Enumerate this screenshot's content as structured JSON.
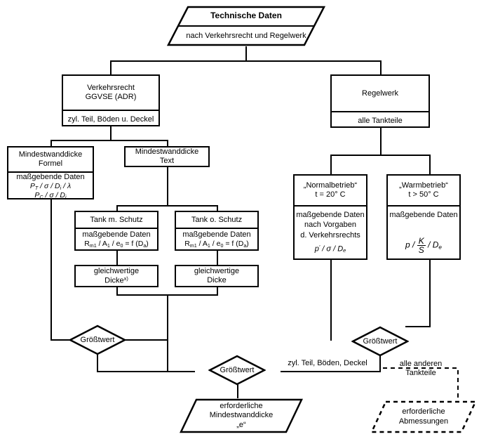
{
  "diagram": {
    "title": "Technische Daten",
    "subtitle": "nach Verkehrsrecht und Regelwerk",
    "branch_left": {
      "head_line1": "Verkehrsrecht",
      "head_line2": "GGVSE (ADR)",
      "scope": "zyl. Teil, Böden u. Deckel"
    },
    "branch_right": {
      "head": "Regelwerk",
      "scope": "alle Tankteile"
    },
    "formel_box": {
      "head_line1": "Mindestwanddicke",
      "head_line2": "Formel",
      "data_label": "maßgebende Daten",
      "formula1_p": "P",
      "formula1_psub": "T",
      "formula1_rest": " / σ / D",
      "formula1_dsub": "i",
      "formula1_tail": " / λ",
      "formula2_p": "P",
      "formula2_psub": "C",
      "formula2_rest": " / σ / D",
      "formula2_dsub": "i"
    },
    "text_box": {
      "head_line1": "Mindestwanddicke",
      "head_line2": "Text"
    },
    "tank_mit": {
      "head": "Tank m. Schutz",
      "data_label": "maßgebende Daten",
      "formula_r": "R",
      "formula_rsub": "m1",
      "formula_rest": " / A",
      "formula_asub": "1",
      "formula_mid": " / e",
      "formula_esub": "0",
      "formula_eq": " = f (D",
      "formula_dsub": "a",
      "formula_end": ")"
    },
    "tank_ohne": {
      "head": "Tank o. Schutz",
      "data_label": "maßgebende Daten",
      "formula_r": "R",
      "formula_rsub": "m1",
      "formula_rest": " / A",
      "formula_asub": "1",
      "formula_mid": " / e",
      "formula_esub": "0",
      "formula_eq": " = f (D",
      "formula_dsub": "a",
      "formula_end": ")"
    },
    "gleichwertig_left": {
      "line1": "gleichwertige",
      "line2": "Dicke",
      "footnote": "x)"
    },
    "gleichwertig_right": {
      "line1": "gleichwertige",
      "line2": "Dicke"
    },
    "normalbetrieb": {
      "head_line1": "„Normalbetrieb“",
      "head_line2": "t = 20° C",
      "data_line1": "maßgebende Daten",
      "data_line2": "nach Vorgaben",
      "data_line3": "d. Verkehrsrechts",
      "formula_p": "p",
      "formula_prime": "′",
      "formula_rest": " / σ / D",
      "formula_dsub": "e"
    },
    "warmbetrieb": {
      "head_line1": "„Warmbetrieb“",
      "head_line2": "t > 50° C",
      "data_line1": "maßgebende Daten",
      "formula_p": "p",
      "formula_sep1": " / ",
      "formula_num": "K",
      "formula_den": "S",
      "formula_sep2": " / D",
      "formula_dsub": "e"
    },
    "decisions": {
      "left": "Größtwert",
      "center": "Größtwert",
      "right": "Größtwert"
    },
    "edge_labels": {
      "center_right": "zyl. Teil, Böden, Deckel",
      "right_branch_line1": "alle anderen",
      "right_branch_line2": "Tankteile"
    },
    "output_solid": {
      "line1": "erforderliche",
      "line2": "Mindestwanddicke",
      "line3": "„e“"
    },
    "output_dashed": {
      "line1": "erforderliche",
      "line2": "Abmessungen"
    }
  },
  "colors": {
    "stroke": "#000000",
    "background": "#ffffff"
  }
}
